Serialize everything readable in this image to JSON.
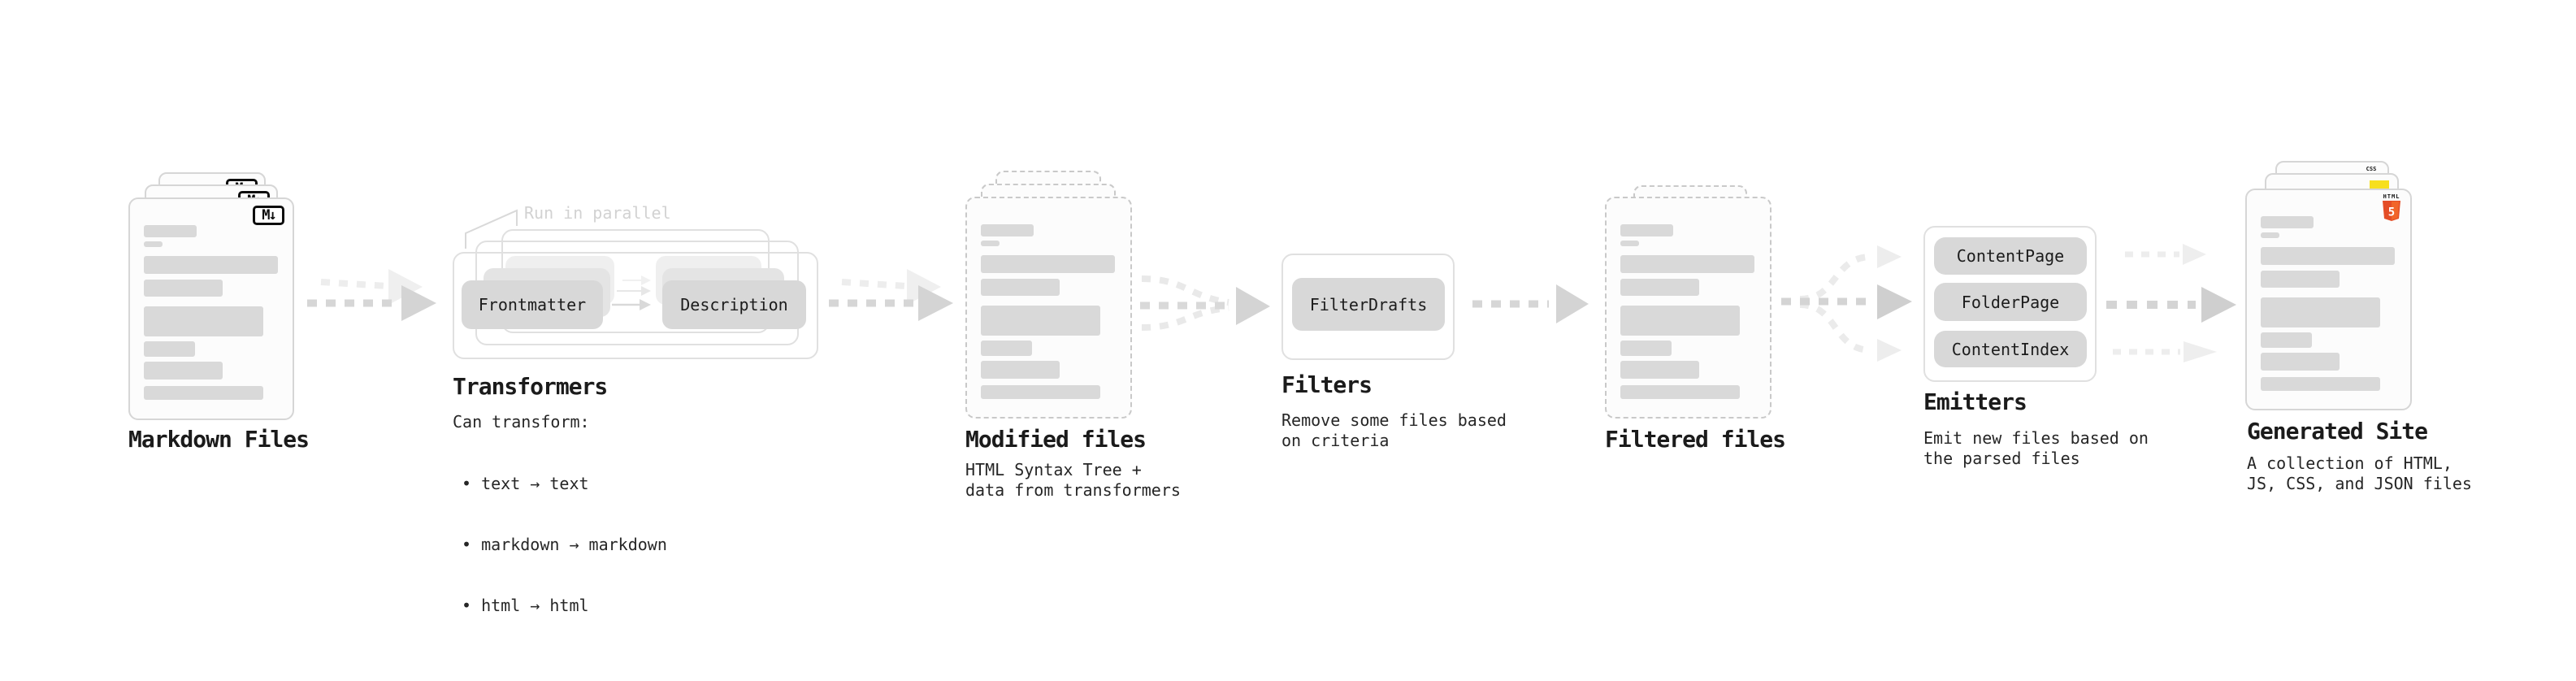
{
  "diagram": {
    "markdown_files": {
      "title": "Markdown Files",
      "badge": "M↓"
    },
    "transformers": {
      "title": "Transformers",
      "annotation": "Run in parallel",
      "box_frontmatter": "Frontmatter",
      "box_description": "Description",
      "can_transform_heading": "Can transform:",
      "bullets": [
        "• text → text",
        "• markdown → markdown",
        "• html → html"
      ]
    },
    "modified_files": {
      "title": "Modified files",
      "subtitle": "HTML Syntax Tree +\ndata from transformers"
    },
    "filters": {
      "title": "Filters",
      "box": "FilterDrafts",
      "subtitle": "Remove some files based\non criteria"
    },
    "filtered_files": {
      "title": "Filtered files"
    },
    "emitters": {
      "title": "Emitters",
      "boxes": [
        "ContentPage",
        "FolderPage",
        "ContentIndex"
      ],
      "subtitle": "Emit new files based on\nthe parsed files"
    },
    "generated_site": {
      "title": "Generated Site",
      "subtitle": "A collection of HTML,\nJS, CSS, and JSON files",
      "badges": {
        "html_label": "HTML",
        "html_number": "5",
        "css_label": "CSS",
        "html_orange": "#E44D26",
        "html_orange_light": "#F16529",
        "css_blue": "#2965F1",
        "js_yellow": "#F7DF1E"
      }
    },
    "colors": {
      "box_fill": "#d8d8d8",
      "box_fill_faded": "#e4e4e4",
      "outline": "#e0e0e0",
      "arrow": "#d4d4d4",
      "arrow_faded": "#ededed",
      "skeleton": "#d9d9d9",
      "annotation_text": "#d2d2d2",
      "text": "#1b1b1b"
    }
  }
}
